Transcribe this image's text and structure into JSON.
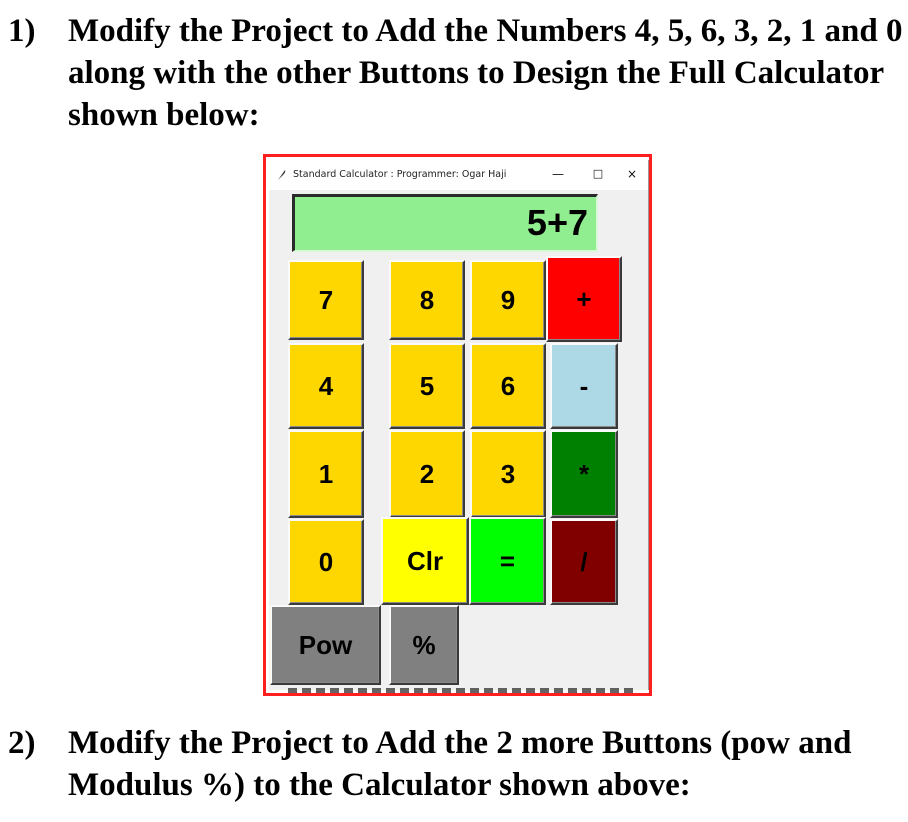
{
  "questions": [
    {
      "number": "1)",
      "text": "Modify the Project to Add the Numbers 4, 5, 6, 3, 2, 1 and 0 along with the other Buttons to Design the Full Calculator shown below:"
    },
    {
      "number": "2)",
      "text": "Modify the Project to Add the 2 more Buttons (pow and Modulus %) to the Calculator shown above:"
    }
  ],
  "window": {
    "title": "Standard Calculator : Programmer: Ogar Haji",
    "icon": "feather-icon",
    "controls": {
      "minimize": "—",
      "maximize": "□",
      "close": "×"
    }
  },
  "display": {
    "value": "5+7",
    "color": "#90ee90"
  },
  "colors": {
    "digit": "#ffd700",
    "clear": "#ffff00",
    "equals": "#00ff00",
    "plus": "#ff0000",
    "minus": "#add8e6",
    "multiply": "#008000",
    "divide": "#800000",
    "extra": "#808080",
    "highlight_border": "#ff1f1f"
  },
  "keys": {
    "k7": "7",
    "k8": "8",
    "k9": "9",
    "plus": "+",
    "k4": "4",
    "k5": "5",
    "k6": "6",
    "minus": "-",
    "k1": "1",
    "k2": "2",
    "k3": "3",
    "multiply": "*",
    "k0": "0",
    "clear": "Clr",
    "equals": "=",
    "divide": "/",
    "pow": "Pow",
    "modulus": "%"
  }
}
